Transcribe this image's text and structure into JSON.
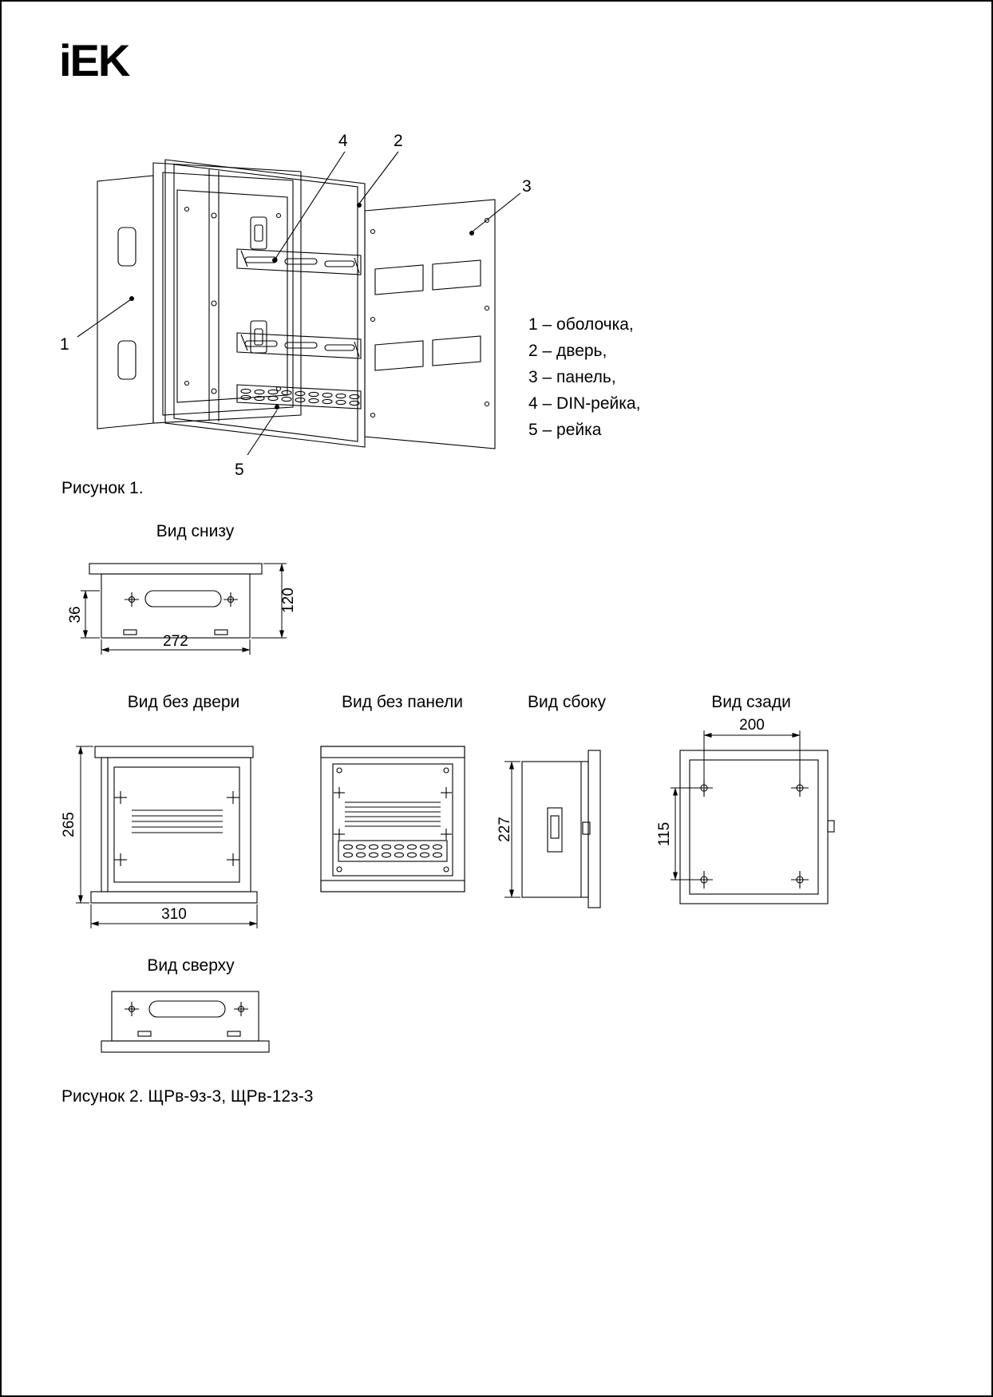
{
  "logo": {
    "text": "iEK"
  },
  "figure1": {
    "caption": "Рисунок 1.",
    "part_labels": [
      "1",
      "2",
      "3",
      "4",
      "5"
    ],
    "legend": [
      "1 – оболочка,",
      "2 – дверь,",
      "3 – панель,",
      "4 – DIN-рейка,",
      "5 – рейка"
    ]
  },
  "figure2": {
    "caption": "Рисунок 2. ЩРв-9з-3, ЩРв-12з-3",
    "views": {
      "bottom": {
        "title": "Вид снизу",
        "dim36": "36",
        "dim272": "272",
        "dim120": "120"
      },
      "no_door": {
        "title": "Вид без двери",
        "dim265": "265",
        "dim310": "310"
      },
      "no_panel": {
        "title": "Вид без панели"
      },
      "side": {
        "title": "Вид сбоку",
        "dim227": "227"
      },
      "rear": {
        "title": "Вид сзади",
        "dim200": "200",
        "dim115": "115"
      },
      "top": {
        "title": "Вид сверху"
      }
    }
  }
}
